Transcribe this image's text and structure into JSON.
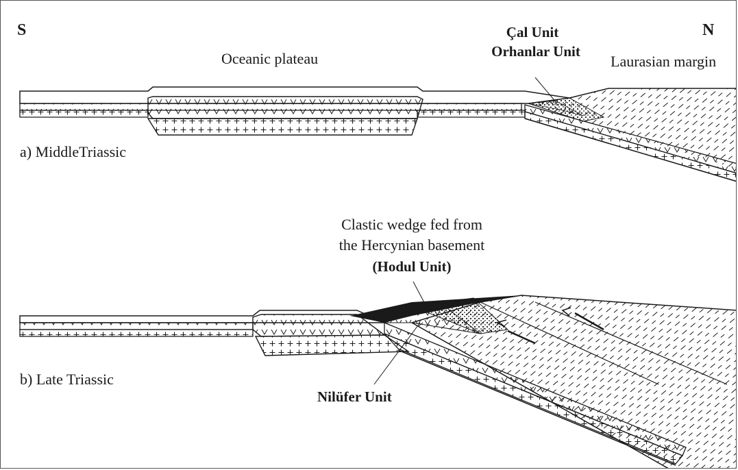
{
  "figure": {
    "south_label": "S",
    "north_label": "N",
    "panel_a": {
      "caption": "a) MiddleTriassic",
      "label_plateau": "Oceanic plateau",
      "label_cal": "Çal Unit",
      "label_orhanlar": "Orhanlar Unit",
      "label_margin": "Laurasian margin"
    },
    "panel_b": {
      "caption": "b) Late Triassic",
      "wedge_line1": "Clastic wedge fed from",
      "wedge_line2": "the Hercynian basement",
      "hodul": "(Hodul Unit)",
      "nilufer": "Nilüfer Unit"
    }
  },
  "colors": {
    "ink": "#1a1a1a",
    "frame": "#555555",
    "background": "#ffffff"
  }
}
